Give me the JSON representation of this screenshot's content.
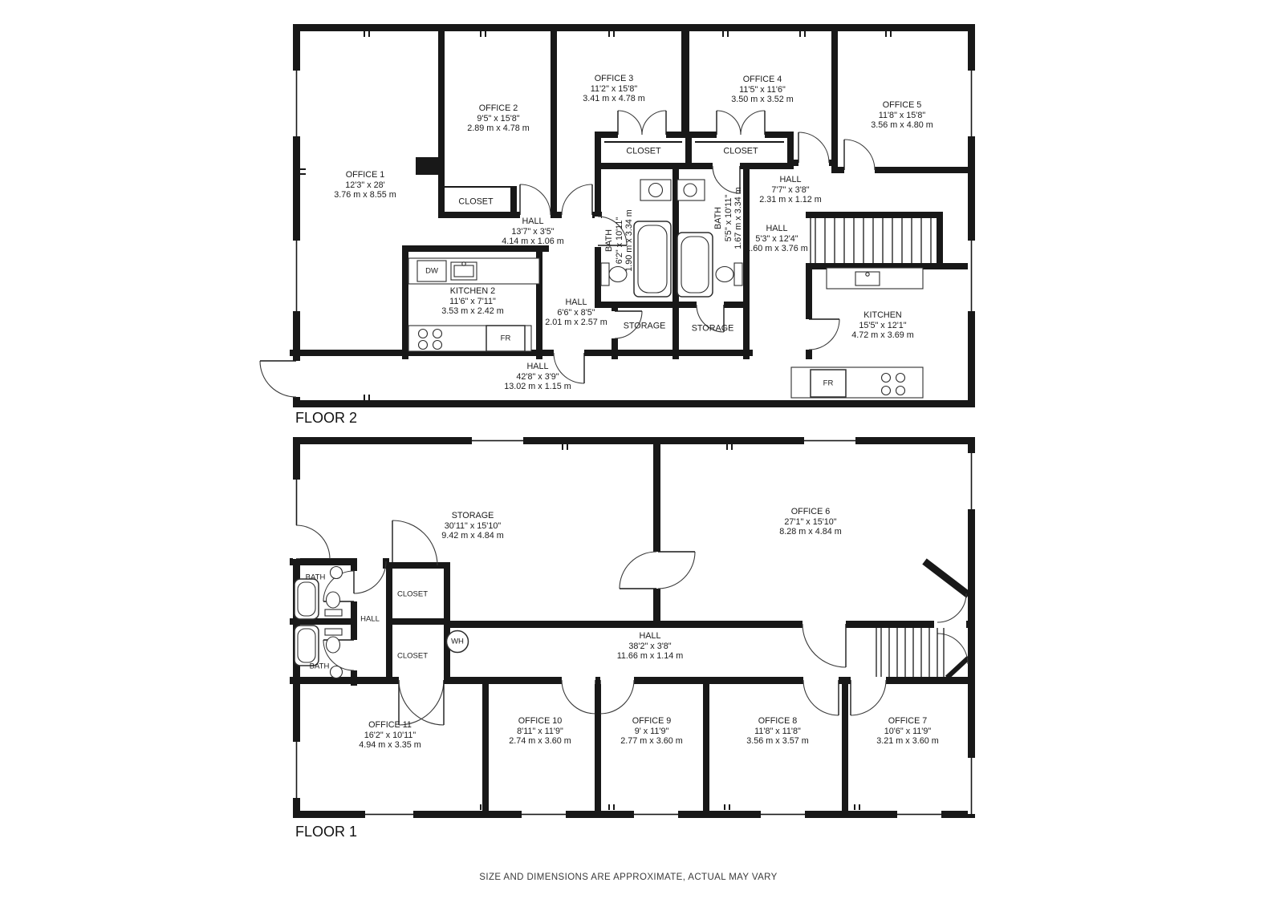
{
  "page": {
    "footer": "SIZE AND DIMENSIONS ARE APPROXIMATE, ACTUAL MAY VARY",
    "wall_color": "#181818",
    "background_color": "#ffffff"
  },
  "floor2": {
    "title": "FLOOR 2",
    "labels": {
      "office1": {
        "name": "OFFICE 1",
        "imperial": "12'3\" x 28'",
        "metric": "3.76 m x 8.55 m"
      },
      "office2": {
        "name": "OFFICE 2",
        "imperial": "9'5\" x 15'8\"",
        "metric": "2.89 m x 4.78 m"
      },
      "office3": {
        "name": "OFFICE 3",
        "imperial": "11'2\" x 15'8\"",
        "metric": "3.41 m x 4.78 m"
      },
      "office4": {
        "name": "OFFICE 4",
        "imperial": "11'5\" x 11'6\"",
        "metric": "3.50 m x 3.52 m"
      },
      "office5": {
        "name": "OFFICE 5",
        "imperial": "11'8\" x 15'8\"",
        "metric": "3.56 m x 4.80 m"
      },
      "closet_a": {
        "name": "CLOSET"
      },
      "closet_b": {
        "name": "CLOSET"
      },
      "closet_c": {
        "name": "CLOSET"
      },
      "hall_a": {
        "name": "HALL",
        "imperial": "7'7\" x 3'8\"",
        "metric": "2.31 m x 1.12 m"
      },
      "hall_b": {
        "name": "HALL",
        "imperial": "13'7\" x 3'5\"",
        "metric": "4.14 m x 1.06 m"
      },
      "bath_a": {
        "name": "BATH",
        "imperial": "6'2\" x 10'11\"",
        "metric": "1.90 m x 3.34 m"
      },
      "bath_b": {
        "name": "BATH",
        "imperial": "5'5\" x 10'11\"",
        "metric": "1.67 m x 3.34 m"
      },
      "hall_c": {
        "name": "HALL",
        "imperial": "5'3\" x 12'4\"",
        "metric": "1.60 m x 3.76 m"
      },
      "kitchen2": {
        "name": "KITCHEN 2",
        "imperial": "11'6\" x 7'11\"",
        "metric": "3.53 m x 2.42 m"
      },
      "hall_d": {
        "name": "HALL",
        "imperial": "6'6\" x 8'5\"",
        "metric": "2.01 m x 2.57 m"
      },
      "storage_a": {
        "name": "STORAGE"
      },
      "storage_b": {
        "name": "STORAGE"
      },
      "kitchen": {
        "name": "KITCHEN",
        "imperial": "15'5\" x 12'1\"",
        "metric": "4.72 m x 3.69 m"
      },
      "hall_e": {
        "name": "HALL",
        "imperial": "42'8\" x 3'9\"",
        "metric": "13.02 m x 1.15 m"
      },
      "dw": {
        "name": "DW"
      },
      "fr_a": {
        "name": "FR"
      },
      "fr_b": {
        "name": "FR"
      }
    }
  },
  "floor1": {
    "title": "FLOOR 1",
    "labels": {
      "storage": {
        "name": "STORAGE",
        "imperial": "30'11\" x 15'10\"",
        "metric": "9.42 m x 4.84 m"
      },
      "office6": {
        "name": "OFFICE 6",
        "imperial": "27'1\" x 15'10\"",
        "metric": "8.28 m x 4.84 m"
      },
      "bath_top": {
        "name": "BATH"
      },
      "bath_bottom": {
        "name": "BATH"
      },
      "hall_small": {
        "name": "HALL"
      },
      "closet_top": {
        "name": "CLOSET"
      },
      "closet_bottom": {
        "name": "CLOSET"
      },
      "wh": {
        "name": "WH"
      },
      "hall_main": {
        "name": "HALL",
        "imperial": "38'2\" x 3'8\"",
        "metric": "11.66 m x 1.14 m"
      },
      "office11": {
        "name": "OFFICE 11",
        "imperial": "16'2\" x 10'11\"",
        "metric": "4.94 m x 3.35 m"
      },
      "office10": {
        "name": "OFFICE 10",
        "imperial": "8'11\" x 11'9\"",
        "metric": "2.74 m x 3.60 m"
      },
      "office9": {
        "name": "OFFICE 9",
        "imperial": "9' x 11'9\"",
        "metric": "2.77 m x 3.60 m"
      },
      "office8": {
        "name": "OFFICE 8",
        "imperial": "11'8\" x 11'8\"",
        "metric": "3.56 m x 3.57 m"
      },
      "office7": {
        "name": "OFFICE 7",
        "imperial": "10'6\" x 11'9\"",
        "metric": "3.21 m x 3.60 m"
      }
    }
  }
}
